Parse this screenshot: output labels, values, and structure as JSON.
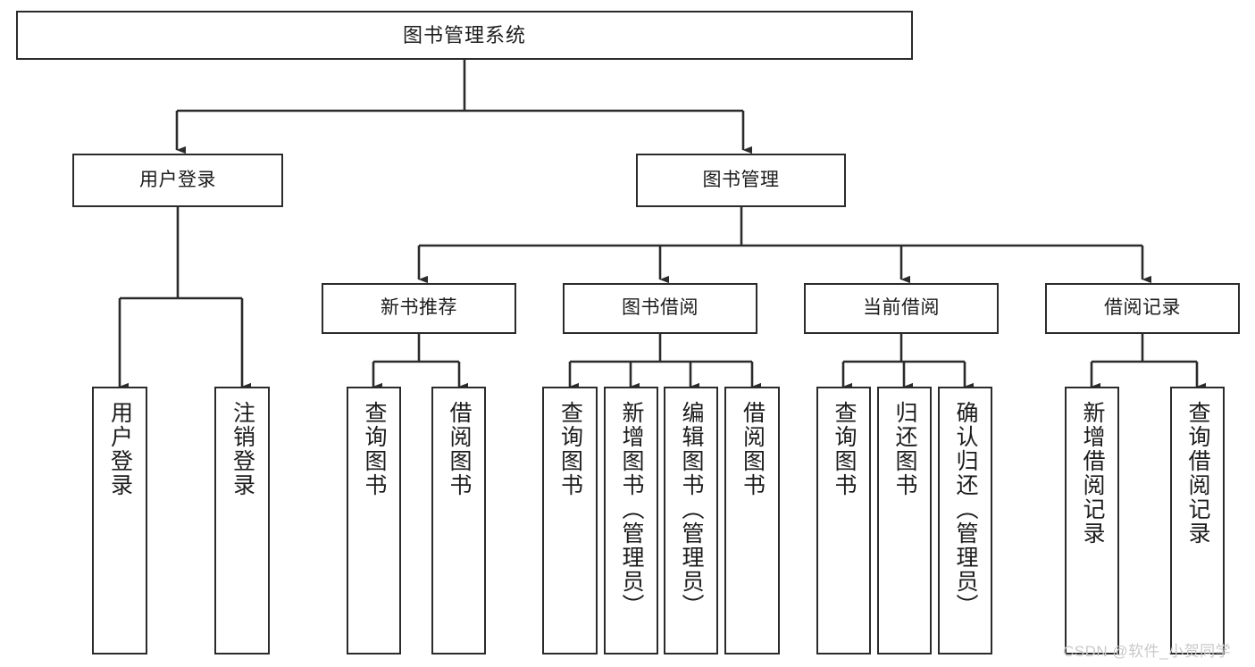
{
  "diagram": {
    "type": "tree",
    "title": "图书管理系统",
    "root": {
      "label": "图书管理系统"
    },
    "level2": [
      {
        "label": "用户登录"
      },
      {
        "label": "图书管理"
      }
    ],
    "level3": [
      {
        "label": "新书推荐"
      },
      {
        "label": "图书借阅"
      },
      {
        "label": "当前借阅"
      },
      {
        "label": "借阅记录"
      }
    ],
    "leaves": {
      "user_login": [
        {
          "label": "用户登录"
        },
        {
          "label": "注销登录"
        }
      ],
      "new_book_recommend": [
        {
          "label": "查询图书"
        },
        {
          "label": "借阅图书"
        }
      ],
      "book_borrow": [
        {
          "label": "查询图书"
        },
        {
          "label": "新增图书（管理员）"
        },
        {
          "label": "编辑图书（管理员）"
        },
        {
          "label": "借阅图书"
        }
      ],
      "current_borrow": [
        {
          "label": "查询图书"
        },
        {
          "label": "归还图书"
        },
        {
          "label": "确认归还（管理员）"
        }
      ],
      "borrow_record": [
        {
          "label": "新增借阅记录"
        },
        {
          "label": "查询借阅记录"
        }
      ]
    }
  },
  "watermark": {
    "text": "CSDN @软件_小贺同学"
  },
  "colors": {
    "border": "#2b2b2b",
    "text": "#1c1c1c",
    "background": "#ffffff",
    "watermark": "#c9c9c9"
  }
}
